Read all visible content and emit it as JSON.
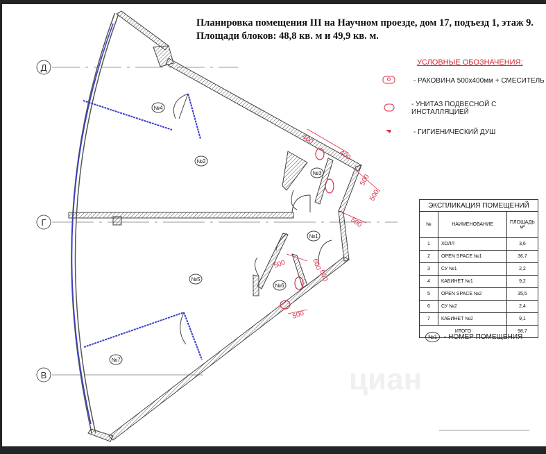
{
  "title": {
    "line1": "Планировка помещения III на Научном проезде, дом 17, подъезд 1, этаж 9.",
    "line2": "Площади блоков: 48,8 кв. м и 49,9 кв. м."
  },
  "axes": [
    "Д",
    "Г",
    "В"
  ],
  "rooms": [
    "№4",
    "№2",
    "№3",
    "№1",
    "№5",
    "№6",
    "№7"
  ],
  "dimensions": [
    "400",
    "400",
    "500",
    "500",
    "500",
    "500",
    "600",
    "600",
    "500"
  ],
  "legend": {
    "title": "УСЛОВНЫЕ ОБОЗНАЧЕНИЯ:",
    "items": [
      {
        "icon": "sink-icon",
        "label": "- РАКОВИНА 500х400мм + СМЕСИТЕЛЬ"
      },
      {
        "icon": "toilet-icon",
        "label": "- УНИТАЗ ПОДВЕСНОЙ С ИНСТАЛЛЯЦИЕЙ"
      },
      {
        "icon": "shower-icon",
        "label": "- ГИГИЕНИЧЕСКИЙ ДУШ"
      }
    ],
    "color": "#d9304a"
  },
  "explication": {
    "caption": "ЭКСПЛИКАЦИЯ ПОМЕЩЕНИЙ",
    "headers": [
      "№",
      "НАИМЕНОВАНИЕ",
      "ПЛОЩАДЬ м²"
    ],
    "rows": [
      [
        "1",
        "ХОЛЛ",
        "3,6"
      ],
      [
        "2",
        "OPEN SPACE №1",
        "36,7"
      ],
      [
        "3",
        "СУ №1",
        "2,2"
      ],
      [
        "4",
        "КАБИНЕТ №1",
        "9,2"
      ],
      [
        "5",
        "OPEN SPACE №2",
        "35,5"
      ],
      [
        "6",
        "СУ №2",
        "2,4"
      ],
      [
        "7",
        "КАБИНЕТ №2",
        "9,1"
      ]
    ],
    "total_label": "ИТОГО",
    "total_value": "98,7"
  },
  "room_number_legend": {
    "sample": "№1",
    "label": "- НОМЕР ПОМЕЩЕНИЯ"
  },
  "watermark": "циан"
}
